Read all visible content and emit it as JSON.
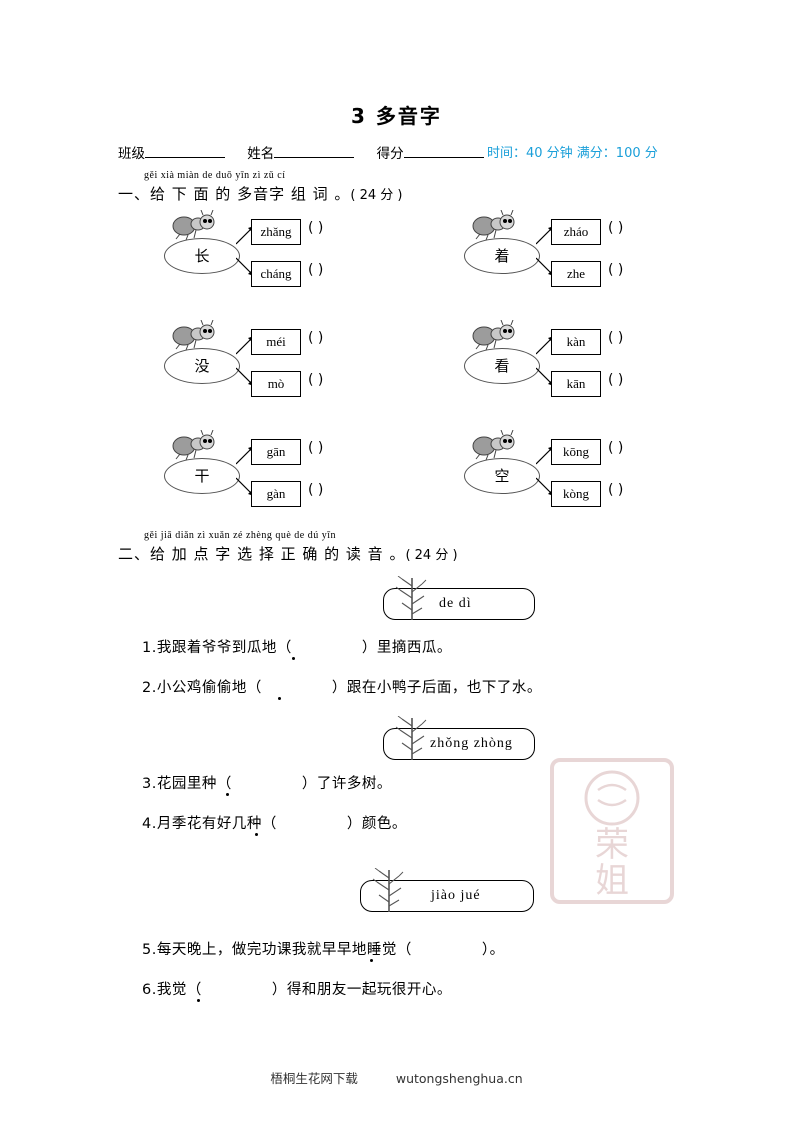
{
  "header": {
    "title": "3  多音字",
    "class_label": "班级",
    "name_label": "姓名",
    "score_label": "得分",
    "time_info": "时间：40 分钟  满分：100 分",
    "accent_color": "#1a9fd9"
  },
  "sections": [
    {
      "pinyin": "gěi xià miàn de duō yīn zì zǔ cí",
      "heading": "一、给 下 面 的 多音字 组 词 。",
      "score": "( 24 分 )"
    },
    {
      "pinyin": "gěi jiā diǎn zì xuǎn zé zhèng què de dú yīn",
      "heading": "二、给 加 点 字 选 择 正 确 的 读 音 。",
      "score": "( 24 分 )"
    }
  ],
  "word_groups": [
    {
      "char": "长",
      "readings": [
        "zhǎng",
        "cháng"
      ]
    },
    {
      "char": "着",
      "readings": [
        "zháo",
        "zhe"
      ]
    },
    {
      "char": "没",
      "readings": [
        "méi",
        "mò"
      ]
    },
    {
      "char": "看",
      "readings": [
        "kàn",
        "kān"
      ]
    },
    {
      "char": "干",
      "readings": [
        "gān",
        "gàn"
      ]
    },
    {
      "char": "空",
      "readings": [
        "kōng",
        "kòng"
      ]
    }
  ],
  "bracket": "(                )",
  "choice_boxes": [
    {
      "options": "de   dì"
    },
    {
      "options": "zhǒng   zhòng"
    },
    {
      "options": "jiào   jué"
    }
  ],
  "questions": [
    {
      "num": "1.",
      "pre": "我跟着爷爷到瓜地（",
      "post": "）里摘西瓜。"
    },
    {
      "num": "2.",
      "pre": "小公鸡偷偷地（",
      "post": "）跟在小鸭子后面，也下了水。"
    },
    {
      "num": "3.",
      "pre": "花园里种（",
      "post": "）了许多树。"
    },
    {
      "num": "4.",
      "pre": "月季花有好几种（",
      "post": "）颜色。"
    },
    {
      "num": "5.",
      "pre": "每天晚上，做完功课我就早早地睡觉（",
      "post": "）。"
    },
    {
      "num": "6.",
      "pre": "我觉（",
      "post": "）得和朋友一起玩很开心。"
    }
  ],
  "footer": {
    "left": "梧桐生花网下载",
    "right": "wutongshenghua.cn"
  }
}
